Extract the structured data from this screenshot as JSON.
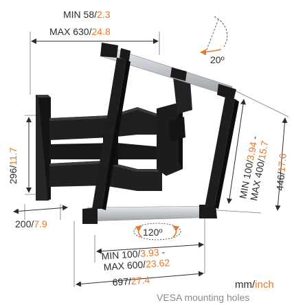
{
  "dimensions": {
    "top_min_label": "MIN 58/",
    "top_min_value": "2.3",
    "top_max_label": "MAX 630/",
    "top_max_value": "24.8",
    "left_height_label": "296/",
    "left_height_value": "11.7",
    "depth_label": "200/",
    "depth_value": "7.9",
    "vesa_v_min_label": "MIN 100/",
    "vesa_v_min_value": "3.94",
    "vesa_v_max_label": "MAX 400/",
    "vesa_v_max_value": "15.7",
    "height_label": "446/",
    "height_value": "17.6",
    "vesa_h_min_label": "MIN 100/",
    "vesa_h_min_value": "3.93",
    "vesa_h_max_label": "MAX 600/",
    "vesa_h_max_value": "23.62",
    "width_label": "697/",
    "width_value": "27.4",
    "sep_dash": " -"
  },
  "angles": {
    "tilt": "20º",
    "swivel": "120º"
  },
  "legend": {
    "units_mm": "mm/",
    "units_inch": "inch",
    "caption": "VESA mounting holes"
  },
  "colors": {
    "accent": "#e6782a",
    "text": "#2b2b2b",
    "bracket": "#1e1e1e",
    "rail": "#c4c8cc"
  }
}
